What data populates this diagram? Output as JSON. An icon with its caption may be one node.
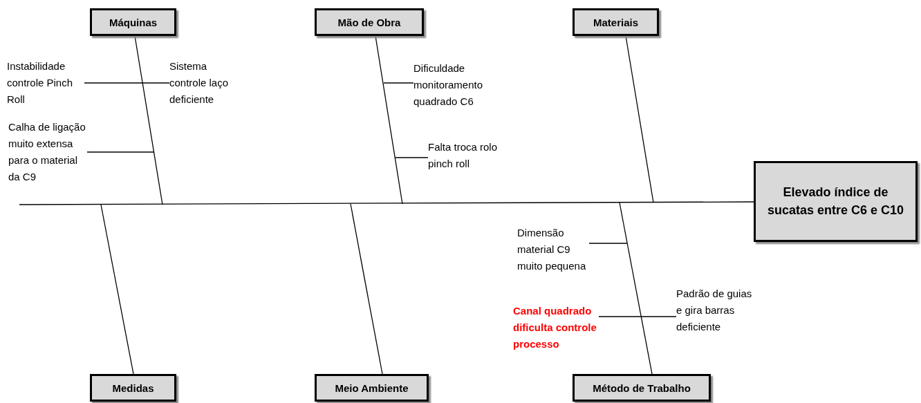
{
  "diagram": {
    "nodes": [
      {
        "text": [
          "Máquinas"
        ]
      },
      {
        "text": [
          "Mão de Obra"
        ]
      },
      {
        "text": [
          "Materiais"
        ]
      },
      {
        "text": [
          "Instabilidade controle Pinch Roll"
        ]
      },
      {
        "text": [
          "Sistema controle laço deficiente"
        ]
      },
      {
        "text": [
          "Dificuldade monitoramento quadrado C6"
        ]
      },
      {
        "text": [
          "Calha de ligação muito extensa para o material da C9"
        ]
      },
      {
        "text": [
          "Falta troca rolo pinch roll"
        ]
      },
      {
        "text": [
          "Elevado índice de sucatas entre C6 e C10"
        ]
      },
      {
        "text": [
          "Dimensão material C9 muito pequena"
        ]
      },
      {
        "text": [
          "Padrão de guias e gira barras deficiente"
        ]
      },
      {
        "text": [
          "Canal quadrado dificulta controle processo"
        ]
      },
      {
        "text": [
          "Medidas"
        ]
      },
      {
        "text": [
          "Meio Ambiente"
        ]
      },
      {
        "text": [
          "Método de Trabalho"
        ]
      }
    ],
    "edges": [
      {
        "from": 0,
        "to": null,
        "arrow": "none"
      },
      {
        "from": 1,
        "to": null,
        "arrow": "none"
      },
      {
        "from": 2,
        "to": null,
        "arrow": "none"
      },
      {
        "from": 12,
        "to": null,
        "arrow": "none"
      },
      {
        "from": 13,
        "to": null,
        "arrow": "none"
      },
      {
        "from": 14,
        "to": null,
        "arrow": "none"
      },
      {
        "from": null,
        "to": 8,
        "arrow": "none"
      },
      {
        "from": 3,
        "to": null,
        "arrow": "none"
      },
      {
        "from": 4,
        "to": null,
        "arrow": "none"
      },
      {
        "from": 5,
        "to": null,
        "arrow": "none"
      },
      {
        "from": 6,
        "to": null,
        "arrow": "none"
      },
      {
        "from": 7,
        "to": null,
        "arrow": "none"
      },
      {
        "from": 9,
        "to": null,
        "arrow": "none"
      },
      {
        "from": 10,
        "to": null,
        "arrow": "none"
      },
      {
        "from": 11,
        "to": null,
        "arrow": "none"
      }
    ]
  }
}
